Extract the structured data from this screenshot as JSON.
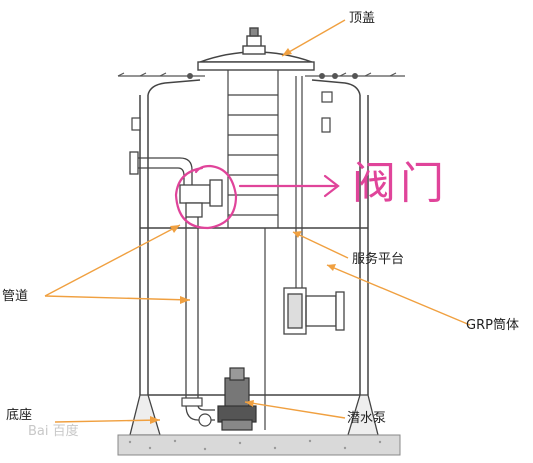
{
  "labels": {
    "top_cover": "顶盖",
    "valve": "阀门",
    "service_platform": "服务平台",
    "pipeline": "管道",
    "grp_shell": "GRP筒体",
    "base": "底座",
    "submersible_pump": "潜水泵"
  },
  "watermark": "Bai 百度",
  "colors": {
    "outline": "#444444",
    "leader": "#f0a040",
    "annotation": "#e0449a",
    "concrete": "#d9d9d9"
  }
}
